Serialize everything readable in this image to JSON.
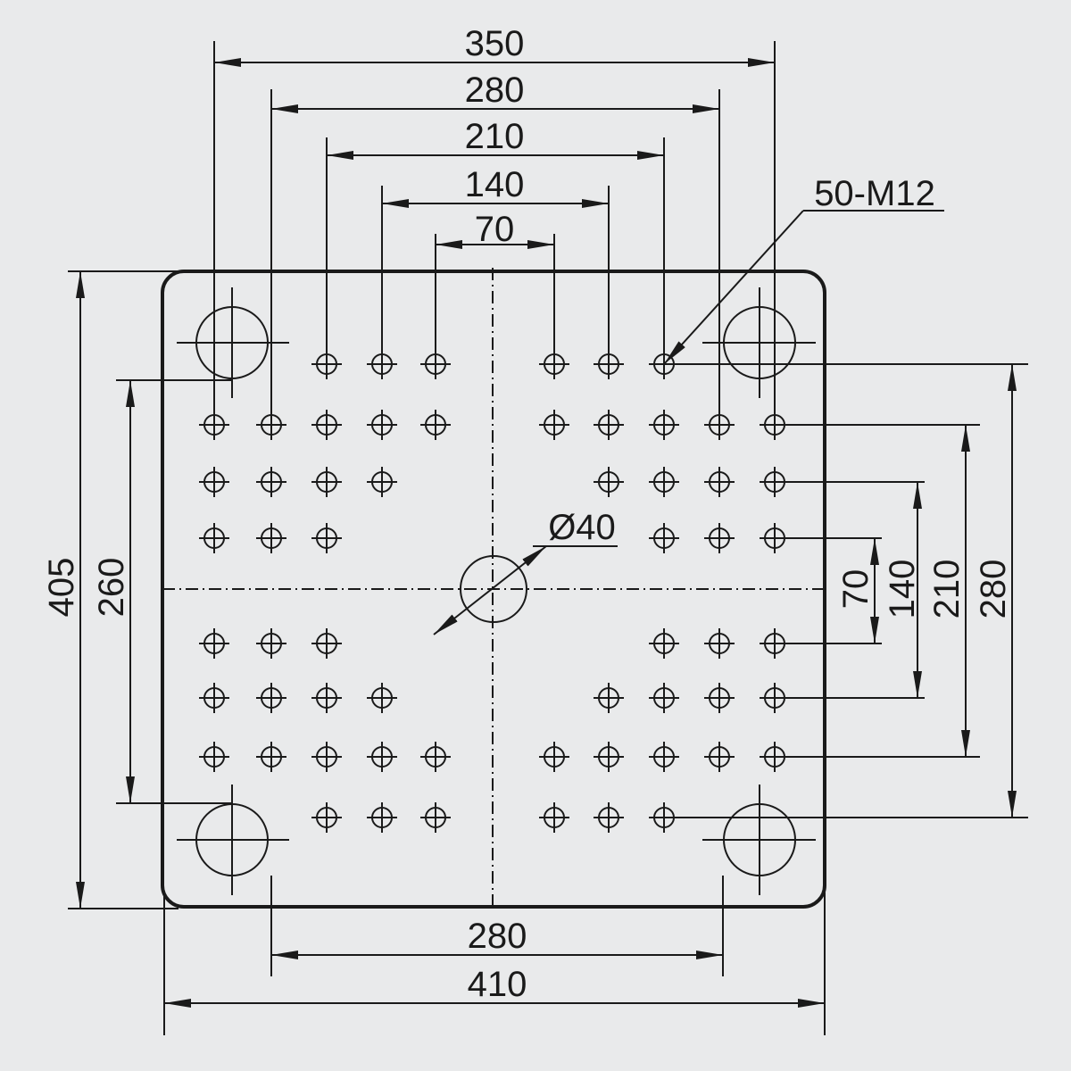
{
  "dimensions": {
    "top_350": "350",
    "top_280": "280",
    "top_210": "210",
    "top_140": "140",
    "top_70": "70",
    "bottom_280": "280",
    "bottom_410": "410",
    "left_405": "405",
    "left_260": "260",
    "right_70": "70",
    "right_140": "140",
    "right_210": "210",
    "right_280": "280"
  },
  "callouts": {
    "thread_holes": "50-M12",
    "center_bore": "Ø40"
  },
  "colors": {
    "background": "#e9eaeb",
    "lines": "#1a1a1a"
  }
}
